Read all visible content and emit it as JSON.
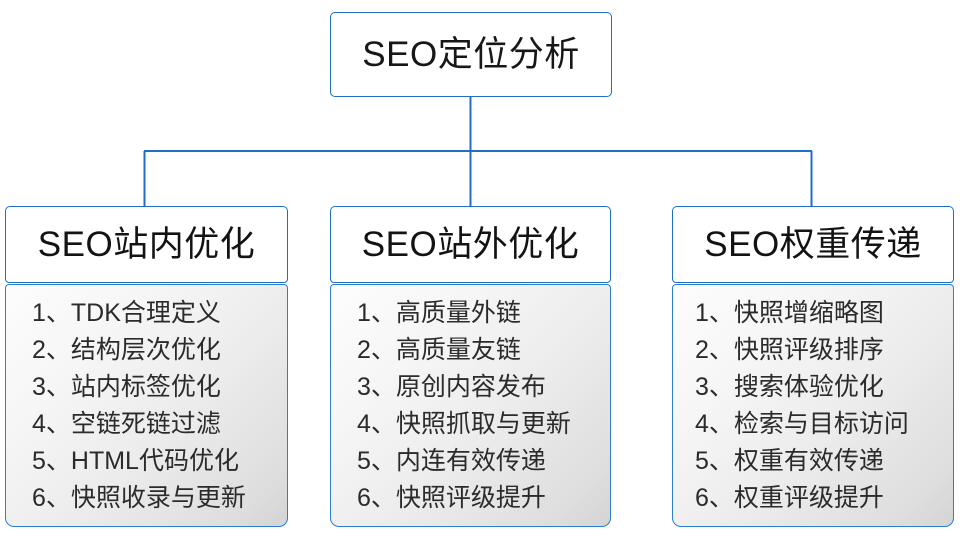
{
  "diagram": {
    "type": "org-tree",
    "root": {
      "title": "SEO定位分析"
    },
    "branches": [
      {
        "id": "on-site",
        "title": "SEO站内优化",
        "items": [
          {
            "index": "1、",
            "label": "TDK合理定义"
          },
          {
            "index": "2、",
            "label": "结构层次优化"
          },
          {
            "index": "3、",
            "label": "站内标签优化"
          },
          {
            "index": "4、",
            "label": "空链死链过滤"
          },
          {
            "index": "5、",
            "label": "HTML代码优化"
          },
          {
            "index": "6、",
            "label": "快照收录与更新"
          }
        ]
      },
      {
        "id": "off-site",
        "title": "SEO站外优化",
        "items": [
          {
            "index": "1、",
            "label": "高质量外链"
          },
          {
            "index": "2、",
            "label": "高质量友链"
          },
          {
            "index": "3、",
            "label": "原创内容发布"
          },
          {
            "index": "4、",
            "label": "快照抓取与更新"
          },
          {
            "index": "5、",
            "label": "内连有效传递"
          },
          {
            "index": "6、",
            "label": "快照评级提升"
          }
        ]
      },
      {
        "id": "weight-transfer",
        "title": "SEO权重传递",
        "items": [
          {
            "index": "1、",
            "label": "快照增缩略图"
          },
          {
            "index": "2、",
            "label": "快照评级排序"
          },
          {
            "index": "3、",
            "label": "搜索体验优化"
          },
          {
            "index": "4、",
            "label": "检索与目标访问"
          },
          {
            "index": "5、",
            "label": "权重有效传递"
          },
          {
            "index": "6、",
            "label": "权重评级提升"
          }
        ]
      }
    ],
    "colors": {
      "border": "#1f6fc4",
      "connector": "#1f6fc4",
      "node_fill": "#ffffff",
      "panel_fill_top": "#fdfdfd",
      "panel_fill_bottom": "#d4d4d4",
      "text": "#1a1a1a",
      "background": "#ffffff"
    }
  }
}
